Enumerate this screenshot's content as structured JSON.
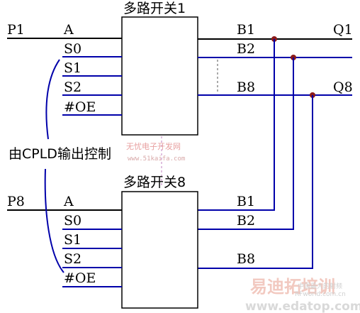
{
  "top_switch": {
    "title": "多路开关1",
    "input_label": "P1",
    "pins": [
      "A",
      "S0",
      "S1",
      "S2",
      "#OE"
    ],
    "outputs": [
      "B1",
      "B2",
      "B8"
    ]
  },
  "bottom_switch": {
    "title": "多路开关8",
    "input_label": "P8",
    "pins": [
      "A",
      "S0",
      "S1",
      "S2",
      "#OE"
    ],
    "outputs": [
      "B1",
      "B2",
      "B8"
    ]
  },
  "bus_outputs": [
    "Q1",
    "Q8"
  ],
  "control_label": "由CPLD输出控制",
  "watermarks": {
    "site_cn": "无忧电子开发网",
    "site_url": "www.51kaifa.com",
    "brand_cn": "易迪拓培训",
    "brand_sub": "中国最大的射频",
    "brand_url": "www.edatop.com",
    "brand_tag": "RFworld.com.cn"
  },
  "colors": {
    "wire_blue": "#0000aa",
    "node": "#8b1a1a",
    "wire_black": "#000000"
  }
}
